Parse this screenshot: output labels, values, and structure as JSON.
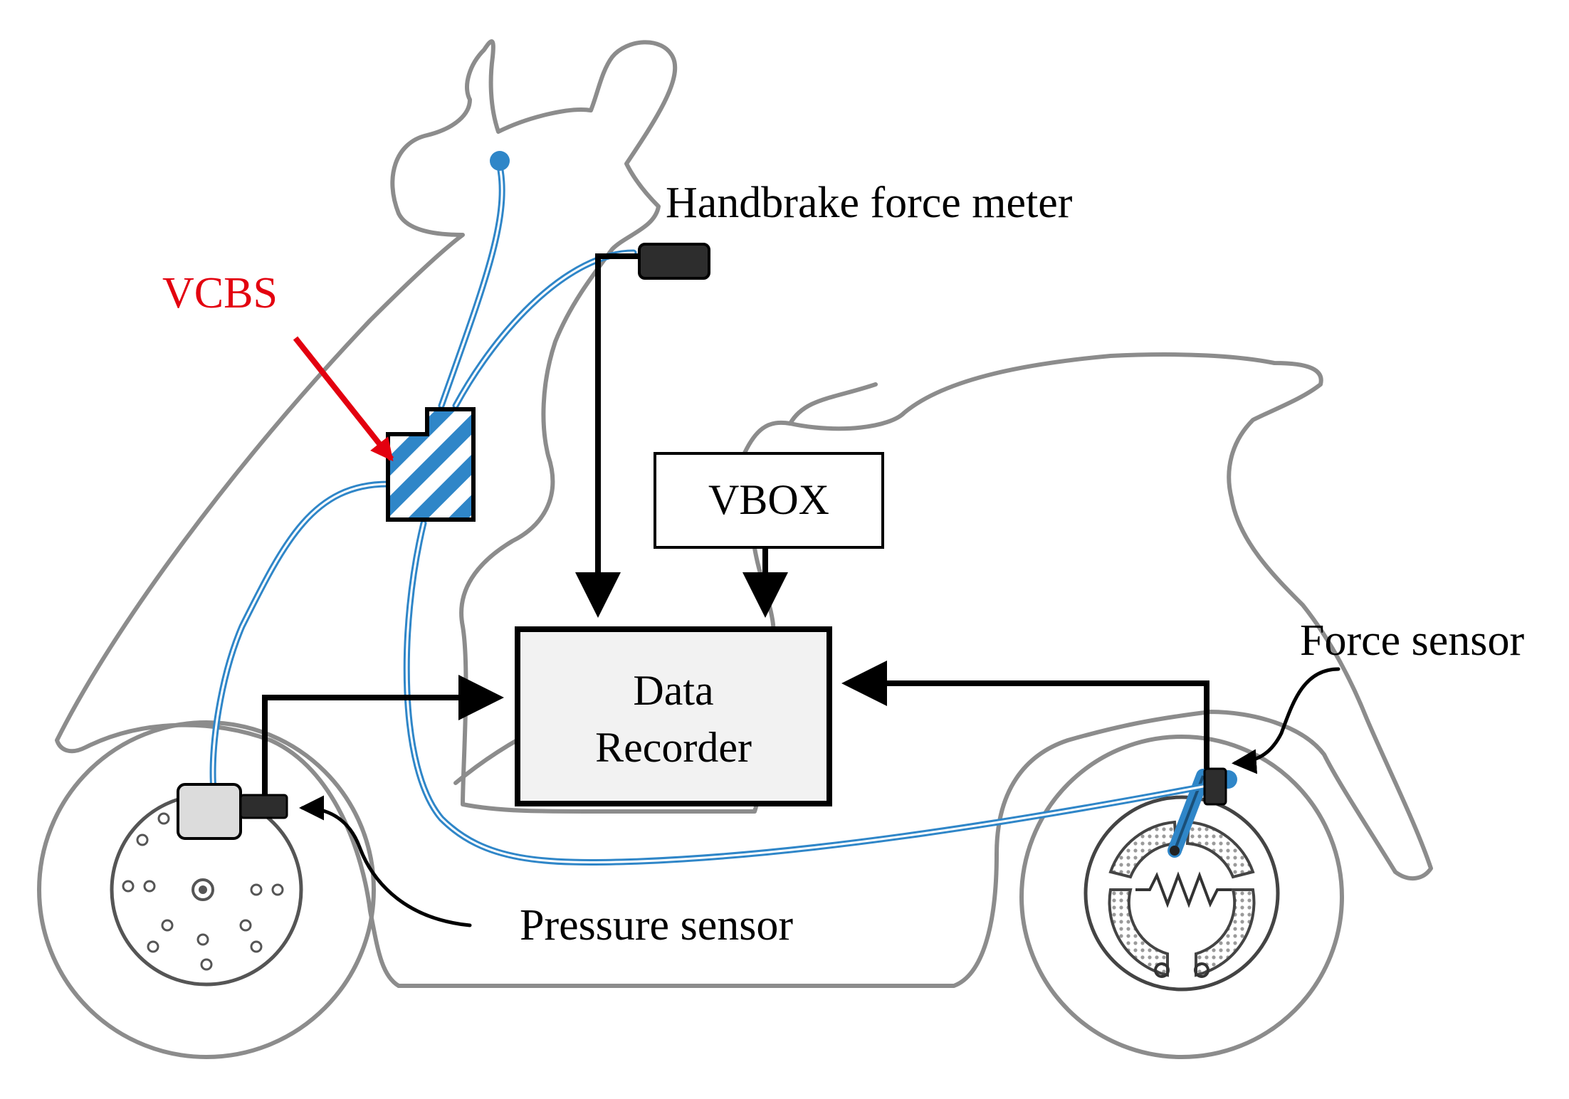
{
  "labels": {
    "handbrake": "Handbrake force meter",
    "vcbs": "VCBS",
    "vbox": "VBOX",
    "recorder_line1": "Data",
    "recorder_line2": "Recorder",
    "force_sensor": "Force sensor",
    "pressure_sensor": "Pressure sensor"
  },
  "colors": {
    "outline": "#8c8c8c",
    "hose": "#2f86c8",
    "vcbs_label": "#e3000f",
    "vcbs_arrow": "#e3000f",
    "recorder_fill": "#f2f2f2",
    "wire": "#000000"
  }
}
